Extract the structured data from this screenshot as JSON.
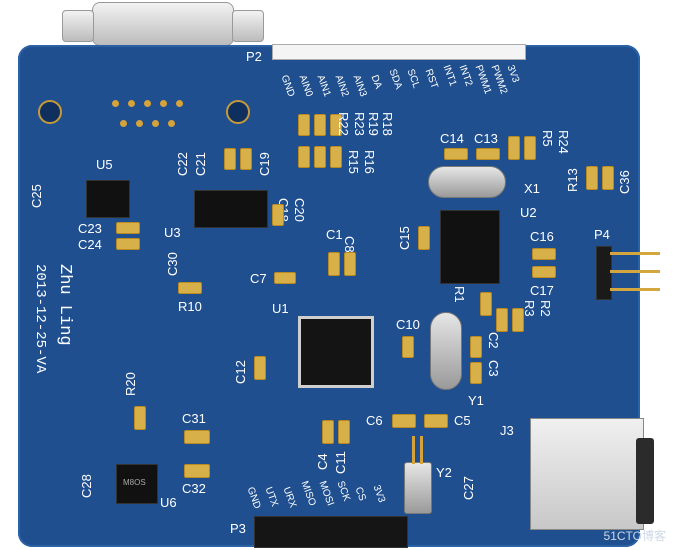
{
  "board": {
    "author": "Zhu Ling",
    "date_rev": "2013-12-25-VA",
    "components": {
      "p2": "P2",
      "p3": "P3",
      "p4": "P4",
      "u1": "U1",
      "u2": "U2",
      "u3": "U3",
      "u5": "U5",
      "u6": "U6",
      "j3": "J3",
      "x1": "X1",
      "y1": "Y1",
      "y2": "Y2",
      "r1": "R1",
      "r2": "R2",
      "r3": "R3",
      "r5": "R5",
      "r10": "R10",
      "r13": "R13",
      "r15": "R15",
      "r16": "R16",
      "r18": "R18",
      "r19": "R19",
      "r20": "R20",
      "r22": "R22",
      "r23": "R23",
      "r24": "R24",
      "c1": "C1",
      "c2": "C2",
      "c3": "C3",
      "c4": "C4",
      "c5": "C5",
      "c6": "C6",
      "c7": "C7",
      "c8": "C8",
      "c10": "C10",
      "c11": "C11",
      "c12": "C12",
      "c13": "C13",
      "c14": "C14",
      "c15": "C15",
      "c16": "C16",
      "c17": "C17",
      "c18": "C18",
      "c19": "C19",
      "c20": "C20",
      "c21": "C21",
      "c22": "C22",
      "c23": "C23",
      "c24": "C24",
      "c25": "C25",
      "c27": "C27",
      "c28": "C28",
      "c30": "C30",
      "c31": "C31",
      "c32": "C32",
      "c36": "C36"
    },
    "p2_pins": [
      "GND",
      "AIN0",
      "AIN1",
      "AIN2",
      "AIN3",
      "DA",
      "SDA",
      "SCL",
      "RST",
      "INT1",
      "INT2",
      "PWM1",
      "PWM2",
      "3V3"
    ],
    "p3_pins": [
      "GND",
      "UTX",
      "URX",
      "MISO",
      "MOSI",
      "SCK",
      "CS",
      "3V3"
    ],
    "u6_marking": "M8OS",
    "watermark": "51CTO博客"
  }
}
